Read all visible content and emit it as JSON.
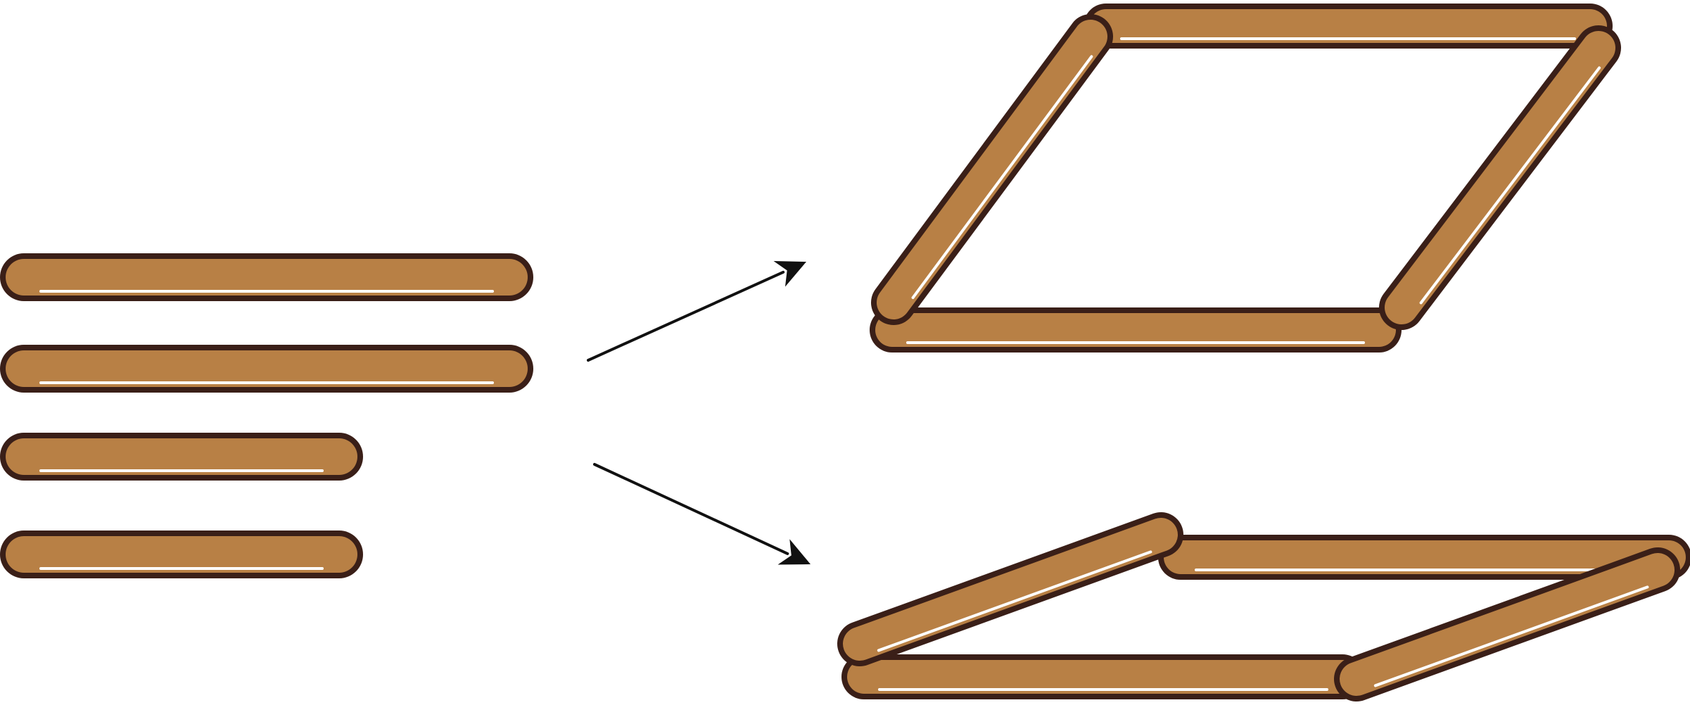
{
  "colors": {
    "background": "#ffffff",
    "stick_fill": "#b88045",
    "stick_outline": "#3a1f18",
    "stick_highlight": "#ffffff",
    "arrow": "#111111"
  },
  "figure": {
    "loose_sticks": [
      {
        "name": "long-stick-1"
      },
      {
        "name": "long-stick-2"
      },
      {
        "name": "short-stick-1"
      },
      {
        "name": "short-stick-2"
      }
    ],
    "arrows": [
      {
        "name": "arrow-to-rhombus-frame"
      },
      {
        "name": "arrow-to-parallelogram-frame"
      }
    ],
    "assemblies": [
      {
        "name": "rhombus-frame",
        "sticks": 4
      },
      {
        "name": "parallelogram-frame",
        "sticks": 4
      }
    ]
  }
}
